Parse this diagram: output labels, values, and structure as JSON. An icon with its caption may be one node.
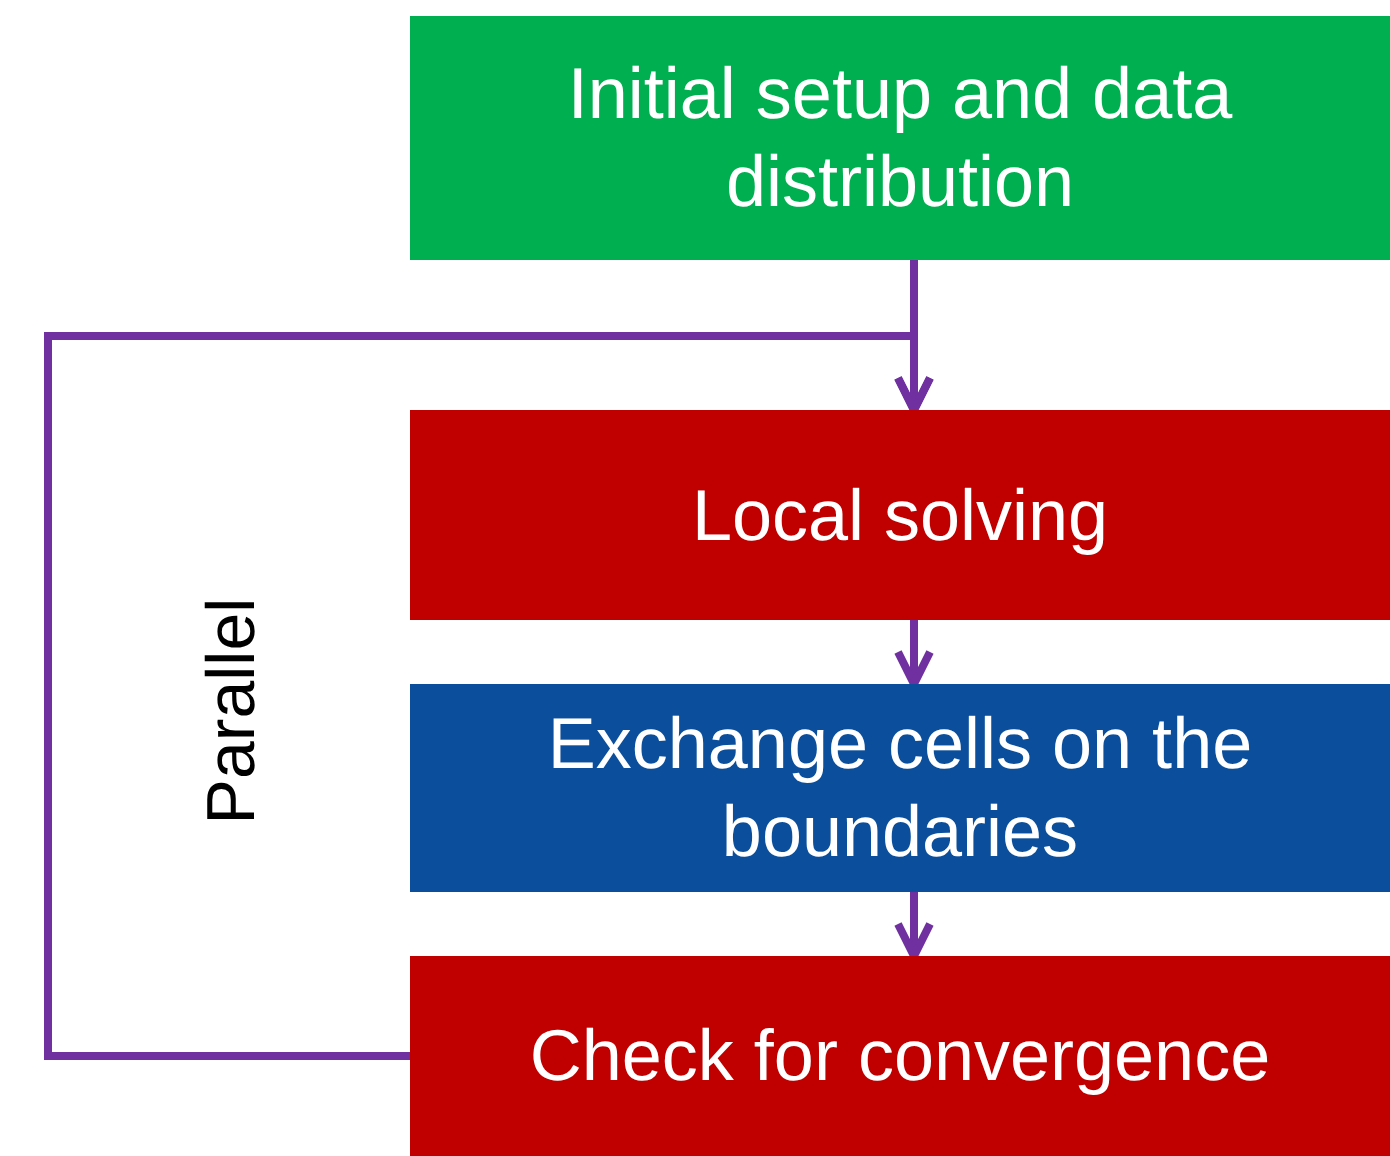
{
  "diagram": {
    "nodes": [
      {
        "text": [
          "Initial setup and data distribution"
        ]
      },
      {
        "text": [
          "Local solving"
        ]
      },
      {
        "text": [
          "Exchange cells on the boundaries"
        ]
      },
      {
        "text": [
          "Check for convergence"
        ]
      }
    ],
    "edges": [
      {
        "from": 0,
        "to": 1,
        "arrow": "to"
      },
      {
        "from": 1,
        "to": 2,
        "arrow": "to"
      },
      {
        "from": 2,
        "to": 3,
        "arrow": "to"
      },
      {
        "from": 3,
        "to": 1,
        "arrow": "to"
      }
    ],
    "labels": [
      "Parallel"
    ]
  }
}
